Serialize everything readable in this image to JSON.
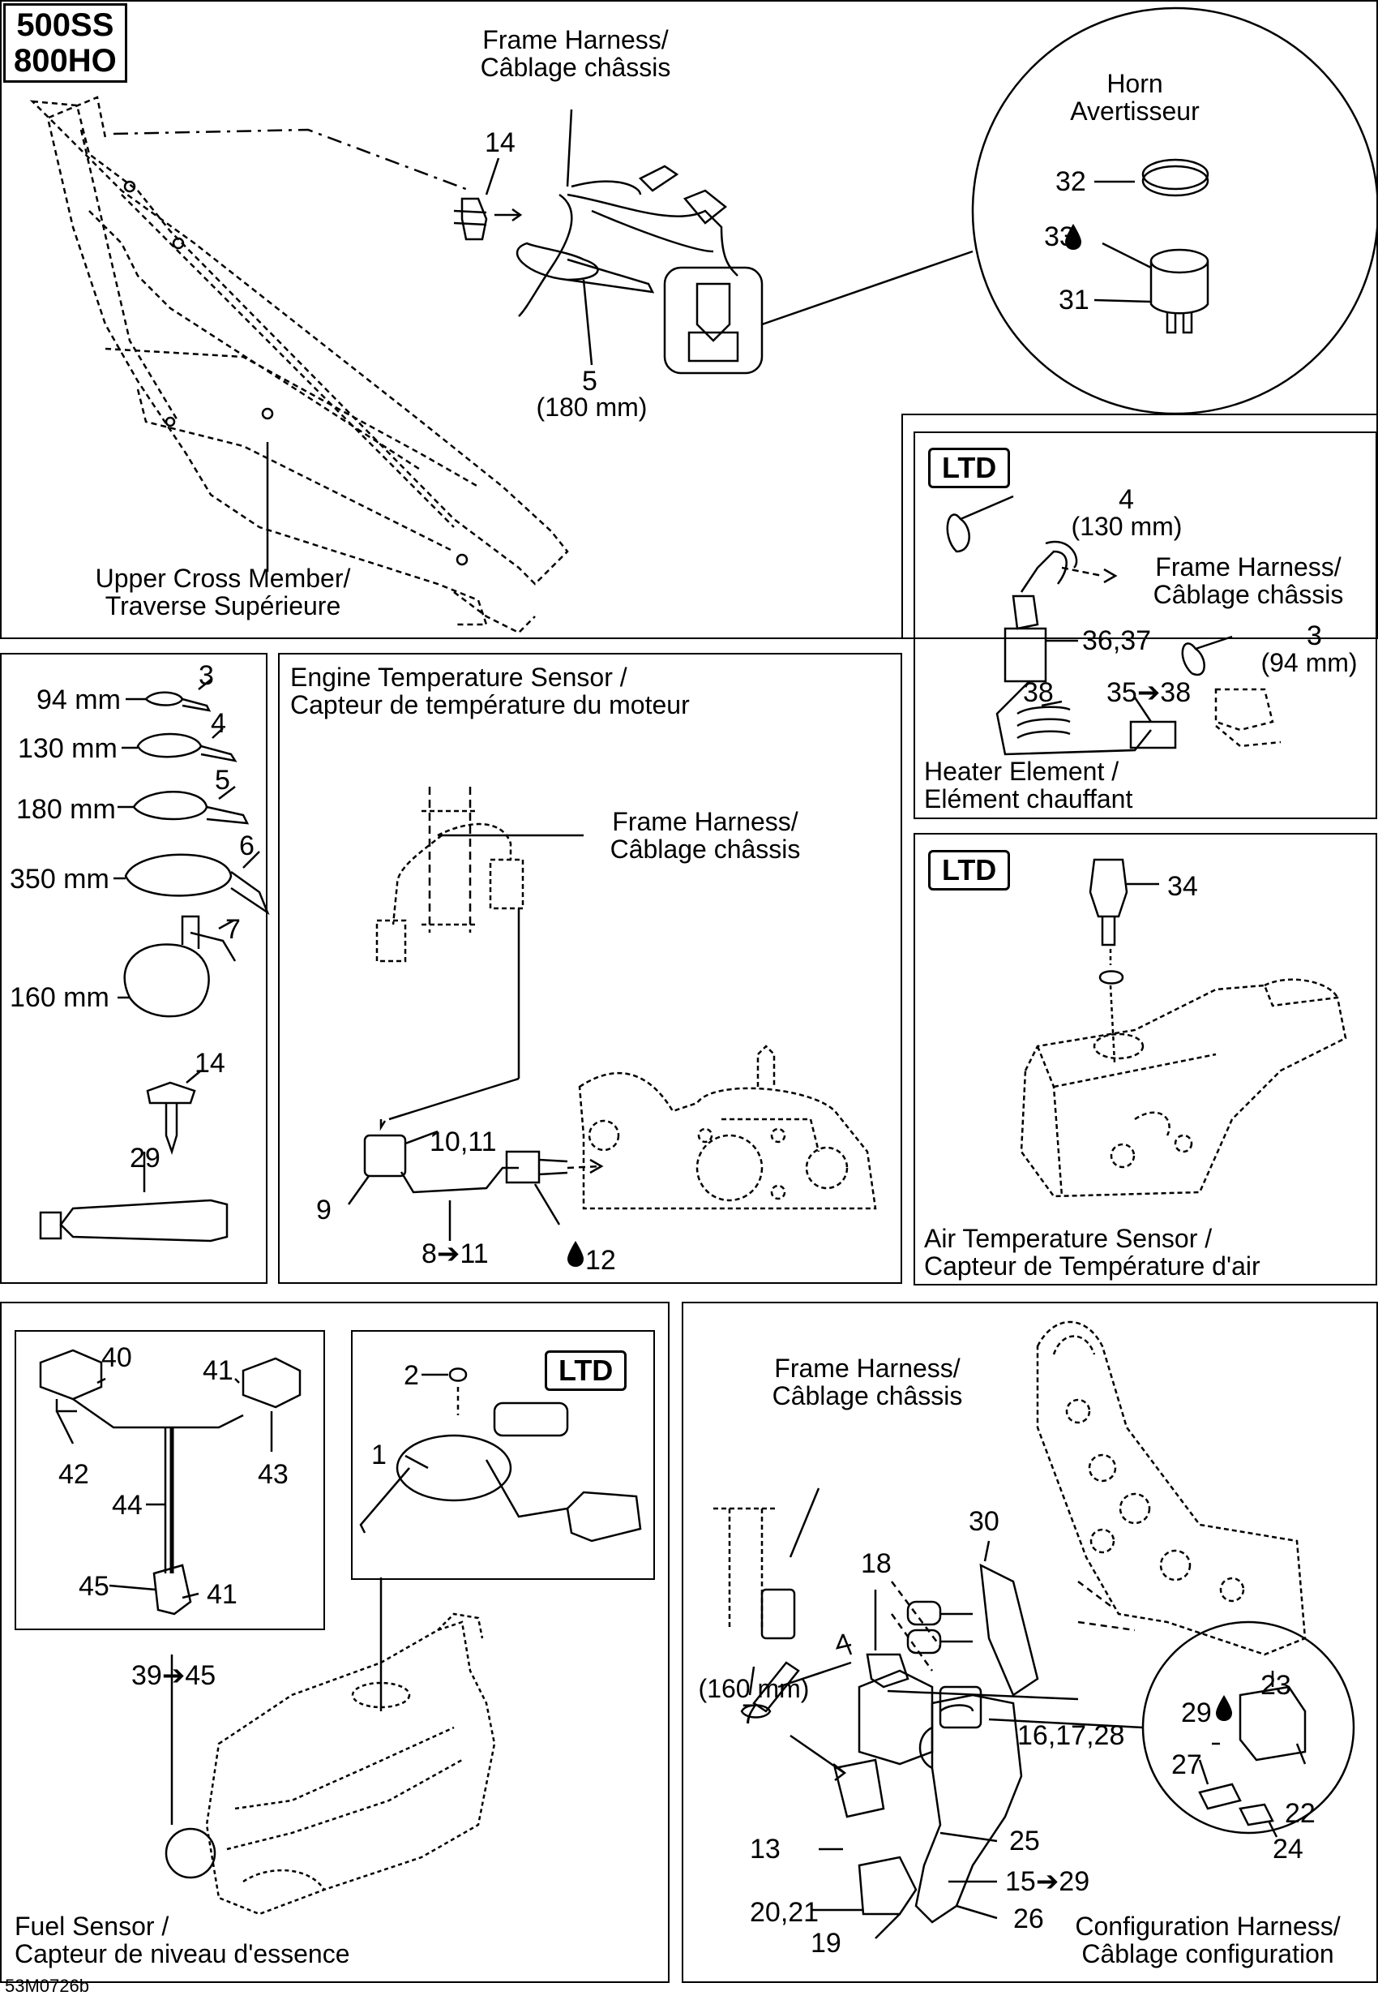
{
  "models": [
    "500SS",
    "800HO"
  ],
  "figure_code": "53M0726b",
  "badge_ltd": "LTD",
  "labels": {
    "frame_harness_top": "Frame Harness/\nCâblage châssis",
    "horn": "Horn\nAvertisseur",
    "upper_cross_member": "Upper Cross Member/\nTraverse Supérieure",
    "tie5_length": "(180 mm)",
    "engine_temp_sensor": "Engine Temperature Sensor /\nCapteur de température du moteur",
    "frame_harness_engine": "Frame Harness/\nCâblage châssis",
    "heater_element": "Heater Element /\nElément chauffant",
    "frame_harness_heater": "Frame Harness/\nCâblage châssis",
    "tie4_length": "(130 mm)",
    "tie3_length": "(94 mm)",
    "air_temp_sensor": "Air Temperature Sensor /\nCapteur de Température d'air",
    "fuel_sensor": "Fuel Sensor /\nCapteur de niveau d'essence",
    "frame_harness_config": "Frame Harness/\nCâblage châssis",
    "tie7_length": "(160 mm)",
    "config_harness": "Configuration Harness/\nCâblage configuration"
  },
  "ties": [
    {
      "length": "94 mm",
      "ref": "3"
    },
    {
      "length": "130 mm",
      "ref": "4"
    },
    {
      "length": "180 mm",
      "ref": "5"
    },
    {
      "length": "350 mm",
      "ref": "6"
    },
    {
      "length": "160 mm",
      "ref": "7"
    }
  ],
  "refs": {
    "r14_top": "14",
    "r5_top": "5",
    "r32": "32",
    "r33": "33",
    "r31": "31",
    "r4_ltd": "4",
    "r3637": "36,37",
    "r3_ltd": "3",
    "r38": "38",
    "r35_38": "35➔38",
    "r14_left": "14",
    "r29_left": "29",
    "r1011": "10,11",
    "r9": "9",
    "r8_11": "8➔11",
    "r12": "12",
    "r34": "34",
    "r40": "40",
    "r41a": "41",
    "r42": "42",
    "r43": "43",
    "r44": "44",
    "r45": "45",
    "r41b": "41",
    "r39_45": "39➔45",
    "r2": "2",
    "r1": "1",
    "r30": "30",
    "r18": "18",
    "r7": "7",
    "r161728": "16,17,28",
    "r23": "23",
    "r29": "29",
    "r27": "27",
    "r22": "22",
    "r24": "24",
    "r13": "13",
    "r25": "25",
    "r15_29": "15➔29",
    "r2021": "20,21",
    "r26": "26",
    "r19": "19"
  }
}
